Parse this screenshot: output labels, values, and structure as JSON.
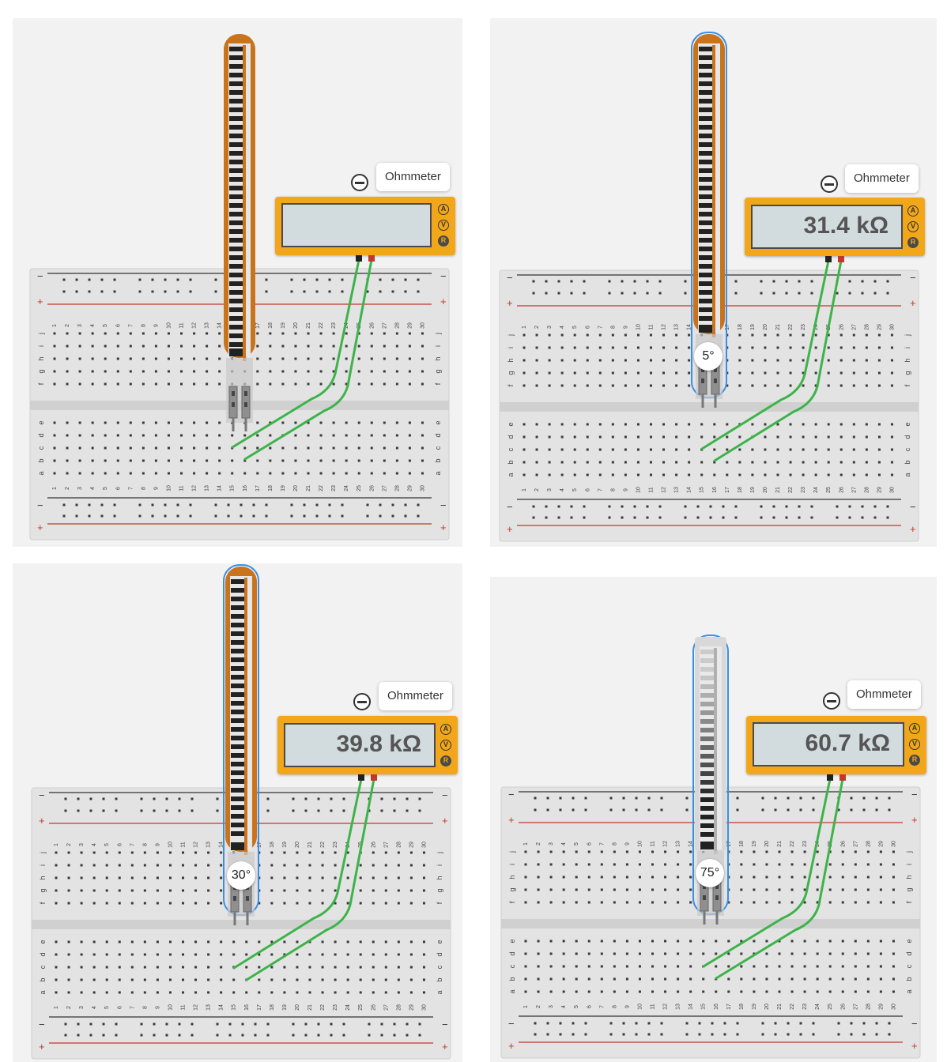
{
  "colors": {
    "breadboard": "#e3e3e3",
    "rail_red": "#c0392b",
    "rail_black": "#333333",
    "hole": "#3a3a3a",
    "wire": "#3db34a",
    "sensor_orange": "#c9731d",
    "sensor_selected_outline": "#3a8ee6",
    "meter_orange": "#f2a71b",
    "lcd": "#d2dbdd"
  },
  "breadboard": {
    "columns": [
      "1",
      "2",
      "3",
      "4",
      "5",
      "6",
      "7",
      "8",
      "9",
      "10",
      "11",
      "12",
      "13",
      "14",
      "15",
      "16",
      "17",
      "18",
      "19",
      "20",
      "21",
      "22",
      "23",
      "24",
      "25",
      "26",
      "27",
      "28",
      "29",
      "30"
    ],
    "top_rows": [
      "j",
      "i",
      "h",
      "g",
      "f"
    ],
    "bottom_rows": [
      "e",
      "d",
      "c",
      "b",
      "a"
    ],
    "rail_plus": "+",
    "rail_minus": "−"
  },
  "panels": [
    {
      "id": "panel-1",
      "meter_label": "Ohmmeter",
      "reading": "",
      "angle": "",
      "bend": 0,
      "selected": false,
      "modes": [
        "A",
        "V",
        "R"
      ],
      "active_mode": "R"
    },
    {
      "id": "panel-2",
      "meter_label": "Ohmmeter",
      "reading": "31.4 kΩ",
      "angle": "5°",
      "bend": 5,
      "selected": true,
      "modes": [
        "A",
        "V",
        "R"
      ],
      "active_mode": "R"
    },
    {
      "id": "panel-3",
      "meter_label": "Ohmmeter",
      "reading": "39.8 kΩ",
      "angle": "30°",
      "bend": 30,
      "selected": true,
      "modes": [
        "A",
        "V",
        "R"
      ],
      "active_mode": "R"
    },
    {
      "id": "panel-4",
      "meter_label": "Ohmmeter",
      "reading": "60.7 kΩ",
      "angle": "75°",
      "bend": 75,
      "selected": true,
      "modes": [
        "A",
        "V",
        "R"
      ],
      "active_mode": "R"
    }
  ]
}
